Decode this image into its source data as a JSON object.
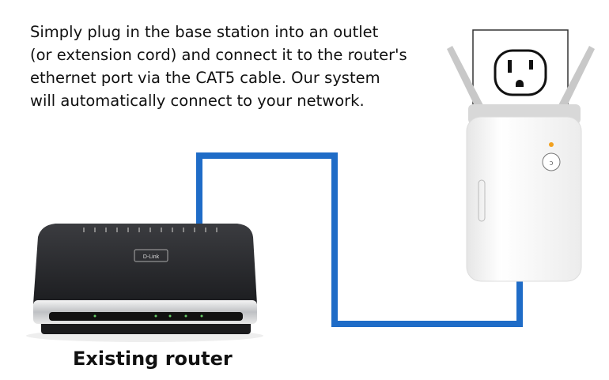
{
  "caption": {
    "lines": [
      "Simply plug in the base station into an outlet",
      "(or extension cord) and connect it to the router's",
      "ethernet port via the CAT5 cable.  Our system",
      "will automatically connect to your network."
    ]
  },
  "router": {
    "label": "Existing router",
    "brand": "D-Link"
  },
  "colors": {
    "cable": "#1f6cc7",
    "router_body": "#2a2b2e",
    "extender_led": "#f2a11f"
  },
  "icons": [
    "outlet-icon",
    "router-image",
    "range-extender-image",
    "ethernet-cable"
  ]
}
